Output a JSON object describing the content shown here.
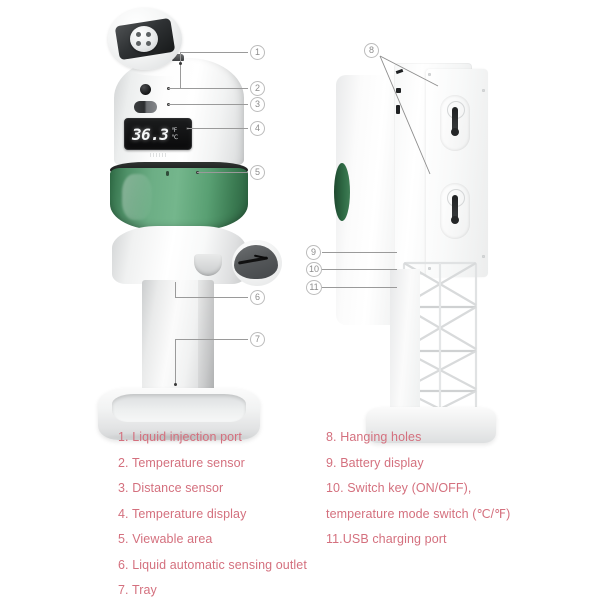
{
  "product": {
    "display": {
      "value": "36.3",
      "unit_f": "℉",
      "unit_c": "℃"
    },
    "colors": {
      "tank_green": "#5a9e6f",
      "tank_rim": "#232725",
      "body_white": "#f7f8f8",
      "caption_text": "#d4707e",
      "callout_circle_border": "#bcbcbc",
      "callout_number": "#8c8c8c",
      "leader_line": "#9a9a9a"
    }
  },
  "callouts": {
    "front": [
      {
        "number": "1",
        "target": "liquid-injection-port"
      },
      {
        "number": "2",
        "target": "temperature-sensor"
      },
      {
        "number": "3",
        "target": "distance-sensor"
      },
      {
        "number": "4",
        "target": "temperature-display"
      },
      {
        "number": "5",
        "target": "viewable-area"
      },
      {
        "number": "6",
        "target": "liquid-automatic-sensing-outlet"
      },
      {
        "number": "7",
        "target": "tray"
      }
    ],
    "back": [
      {
        "number": "8",
        "target": "hanging-holes"
      },
      {
        "number": "9",
        "target": "battery-display"
      },
      {
        "number": "10",
        "target": "switch-key"
      },
      {
        "number": "11",
        "target": "usb-charging-port"
      }
    ]
  },
  "legend": {
    "left_column": [
      "1. Liquid injection port",
      "2. Temperature sensor",
      "3. Distance sensor",
      "4. Temperature display",
      "5. Viewable area",
      "6. Liquid automatic sensing outlet",
      "7. Tray"
    ],
    "right_column": [
      "8. Hanging holes",
      "9. Battery display",
      "10. Switch key (ON/OFF),",
      "temperature mode switch (℃/℉)",
      "11.USB charging port"
    ]
  }
}
